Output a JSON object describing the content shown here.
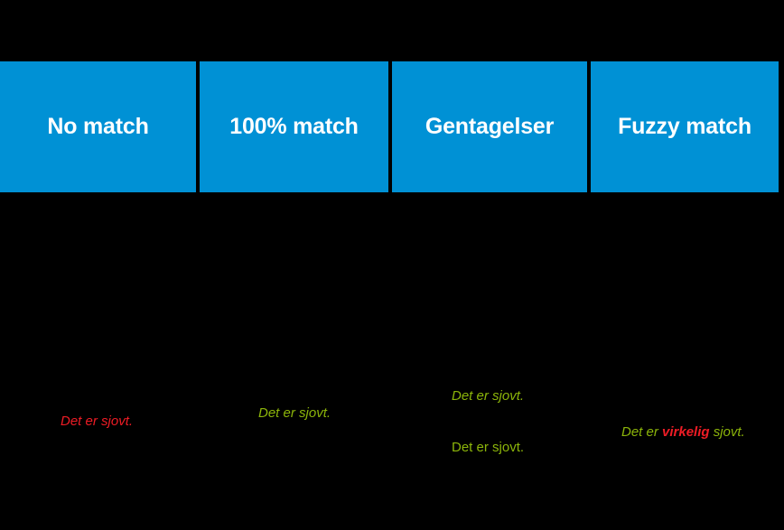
{
  "slide": {
    "background_color": "#000000",
    "tile_color": "#0091d5",
    "tile_text_color": "#ffffff",
    "red": "#ee1c25",
    "green": "#8cb50a"
  },
  "columns": [
    {
      "label": "No match"
    },
    {
      "label": "100% match"
    },
    {
      "label": "Gentagelser"
    },
    {
      "label": "Fuzzy match"
    }
  ],
  "samples": {
    "no_match": {
      "text": "Det er sjovt.",
      "color": "#ee1c25",
      "style": "italic"
    },
    "exact_match": {
      "text": "Det er sjovt.",
      "color": "#8cb50a",
      "style": "italic"
    },
    "repetition_first": {
      "text": "Det er sjovt.",
      "color": "#8cb50a",
      "style": "italic"
    },
    "repetition_second": {
      "text": "Det er sjovt.",
      "color": "#8cb50a",
      "style": "upright"
    },
    "fuzzy_match": {
      "style": "italic",
      "prefix": "Det er ",
      "prefix_color": "#8cb50a",
      "highlight": "virkelig",
      "highlight_color": "#ee1c25",
      "suffix": " sjovt.",
      "suffix_color": "#8cb50a"
    }
  }
}
